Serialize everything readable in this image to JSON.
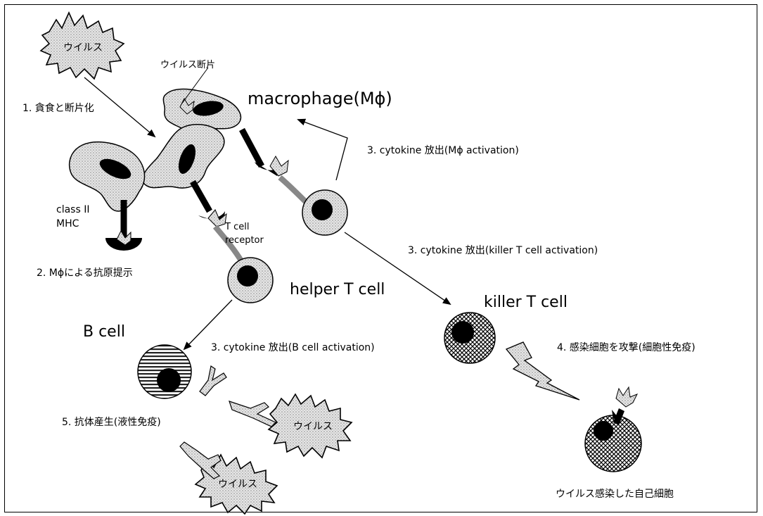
{
  "labels": {
    "virus_top": "ウイルス",
    "virus_mid": "ウイルス",
    "virus_bottom": "ウイルス",
    "virus_fragment": "ウイルス断片",
    "step1": "1. 貪食と断片化",
    "macrophage": "macrophage(Mϕ)",
    "step3_mphi": "3. cytokine 放出(Mϕ activation)",
    "class2_line1": "class II",
    "class2_line2": "MHC",
    "tcell_receptor_line1": "T cell",
    "tcell_receptor_line2": "receptor",
    "step3_killer": "3. cytokine 放出(killer T cell activation)",
    "step2": "2. Mϕによる抗原提示",
    "helper_t": "helper T cell",
    "killer_t": "killer T cell",
    "b_cell": "B cell",
    "step3_b": "3. cytokine 放出(B cell activation)",
    "step4": "4. 感染細胞を攻撃(細胞性免疫)",
    "step5": "5. 抗体産生(液性免疫)",
    "infected_self": "ウイルス感染した自己細胞"
  }
}
